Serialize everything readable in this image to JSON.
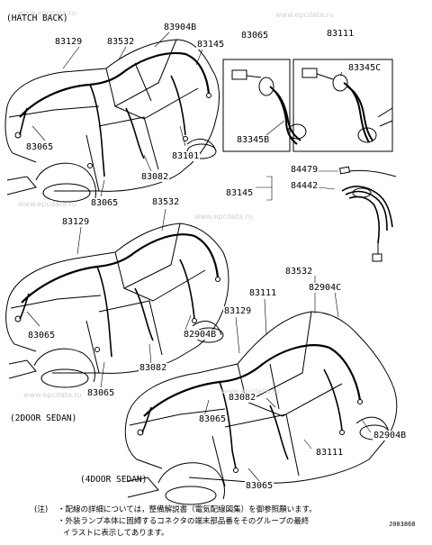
{
  "watermark": "www.epcdata.ru",
  "variants": {
    "hatchback": "(HATCH BACK)",
    "sedan_2door": "(2DOOR SEDAN)",
    "sedan_4door": "(4DOOR SEDAN)"
  },
  "parts": {
    "hb_83129": "83129",
    "hb_83532": "83532",
    "hb_83904b": "83904B",
    "hb_83145": "83145",
    "hb_83065_side": "83065",
    "hb_83101": "83101",
    "hb_83082": "83082",
    "hb_83065_bottom": "83065",
    "det_83065": "83065",
    "det_83111": "83111",
    "det_83345b": "83345B",
    "det_83345c": "83345C",
    "det_84479": "84479",
    "det_84442": "84442",
    "det_83145": "83145",
    "s2_83532": "83532",
    "s2_83129": "83129",
    "s2_83065_side": "83065",
    "s2_82904b": "82904B",
    "s2_83082": "83082",
    "s2_83065_bottom": "83065",
    "s4_83532": "83532",
    "s4_82904c": "82904C",
    "s4_83111_top": "83111",
    "s4_83129": "83129",
    "s4_83082": "83082",
    "s4_83065_mid": "83065",
    "s4_82904b": "82904B",
    "s4_83111_bottom": "83111",
    "s4_83065_bottom": "83065"
  },
  "notes": {
    "prefix": "(注)",
    "line1": "・配線の詳細については，整備解説書（電気配線図集）を御参照願います。",
    "line2": "・外装ランプ本体に固縛するコネクタの端末部品番をそのグループの最終",
    "line3": "イラストに表示してあります。"
  },
  "figure_code": "J003868"
}
